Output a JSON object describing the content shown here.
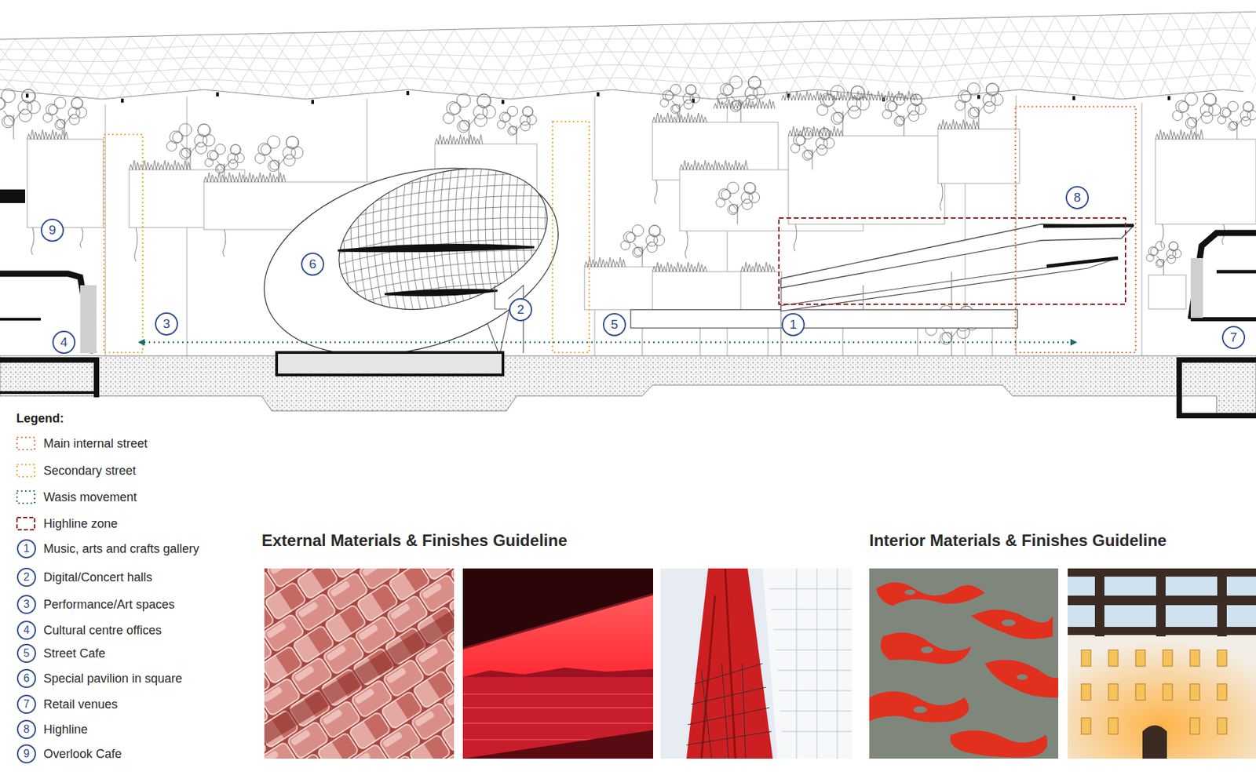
{
  "diagram": {
    "labels": [
      "9",
      "6",
      "3",
      "4",
      "2",
      "5",
      "1",
      "8",
      "7",
      "Legend:",
      "1",
      "2",
      "3",
      "4",
      "5",
      "6",
      "7",
      "8",
      "9",
      "External Materials & Finishes Guideline",
      "Interior Materials & Finishes Guideline"
    ],
    "legend": [
      {
        "text": "Main internal street"
      },
      {
        "text": "Secondary street"
      },
      {
        "text": "Wasis movement"
      },
      {
        "text": "Highline zone"
      },
      {
        "text": "Music, arts and crafts gallery"
      },
      {
        "text": "Digital/Concert halls"
      },
      {
        "text": "Performance/Art spaces"
      },
      {
        "text": "Cultural centre offices"
      },
      {
        "text": "Street Cafe"
      },
      {
        "text": "Special pavilion in square"
      },
      {
        "text": "Retail venues"
      },
      {
        "text": "Highline"
      },
      {
        "text": "Overlook Cafe"
      }
    ]
  }
}
